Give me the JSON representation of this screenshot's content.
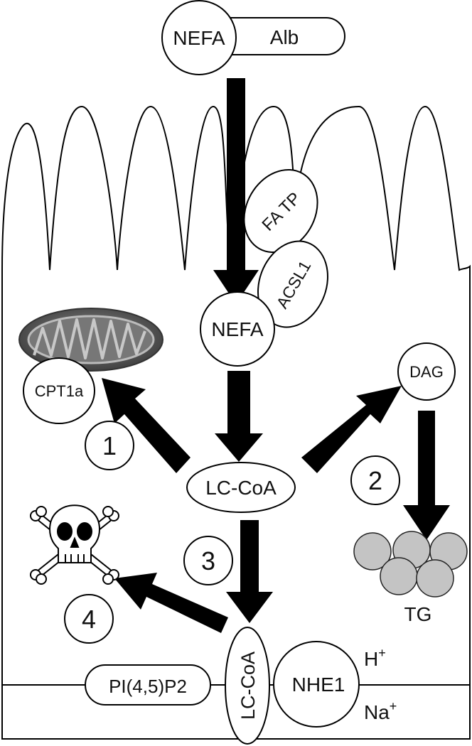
{
  "labels": {
    "nefa_top": "NEFA",
    "alb": "Alb",
    "fatp": "FA TP",
    "acsl1": "ACSL1",
    "nefa_inner": "NEFA",
    "cpt1a": "CPT1a",
    "dag": "DAG",
    "lccoa_center": "LC-CoA",
    "lccoa_membrane": "LC-CoA",
    "tg": "TG",
    "pip2": "PI(4,5)P2",
    "nhe1": "NHE1",
    "h_ion": "H",
    "h_charge": "+",
    "na_ion": "Na",
    "na_charge": "+"
  },
  "pathways": [
    {
      "number": "1"
    },
    {
      "number": "2"
    },
    {
      "number": "3"
    },
    {
      "number": "4"
    }
  ],
  "icons": {
    "mitochondrion": "mitochondrion-icon",
    "skull": "skull-crossbones-icon",
    "lipid_droplets": "lipid-droplet-icon"
  },
  "colors": {
    "arrow": "#000000",
    "lipid": "#c4c4c4",
    "mito_outer": "#4a4a4a"
  }
}
